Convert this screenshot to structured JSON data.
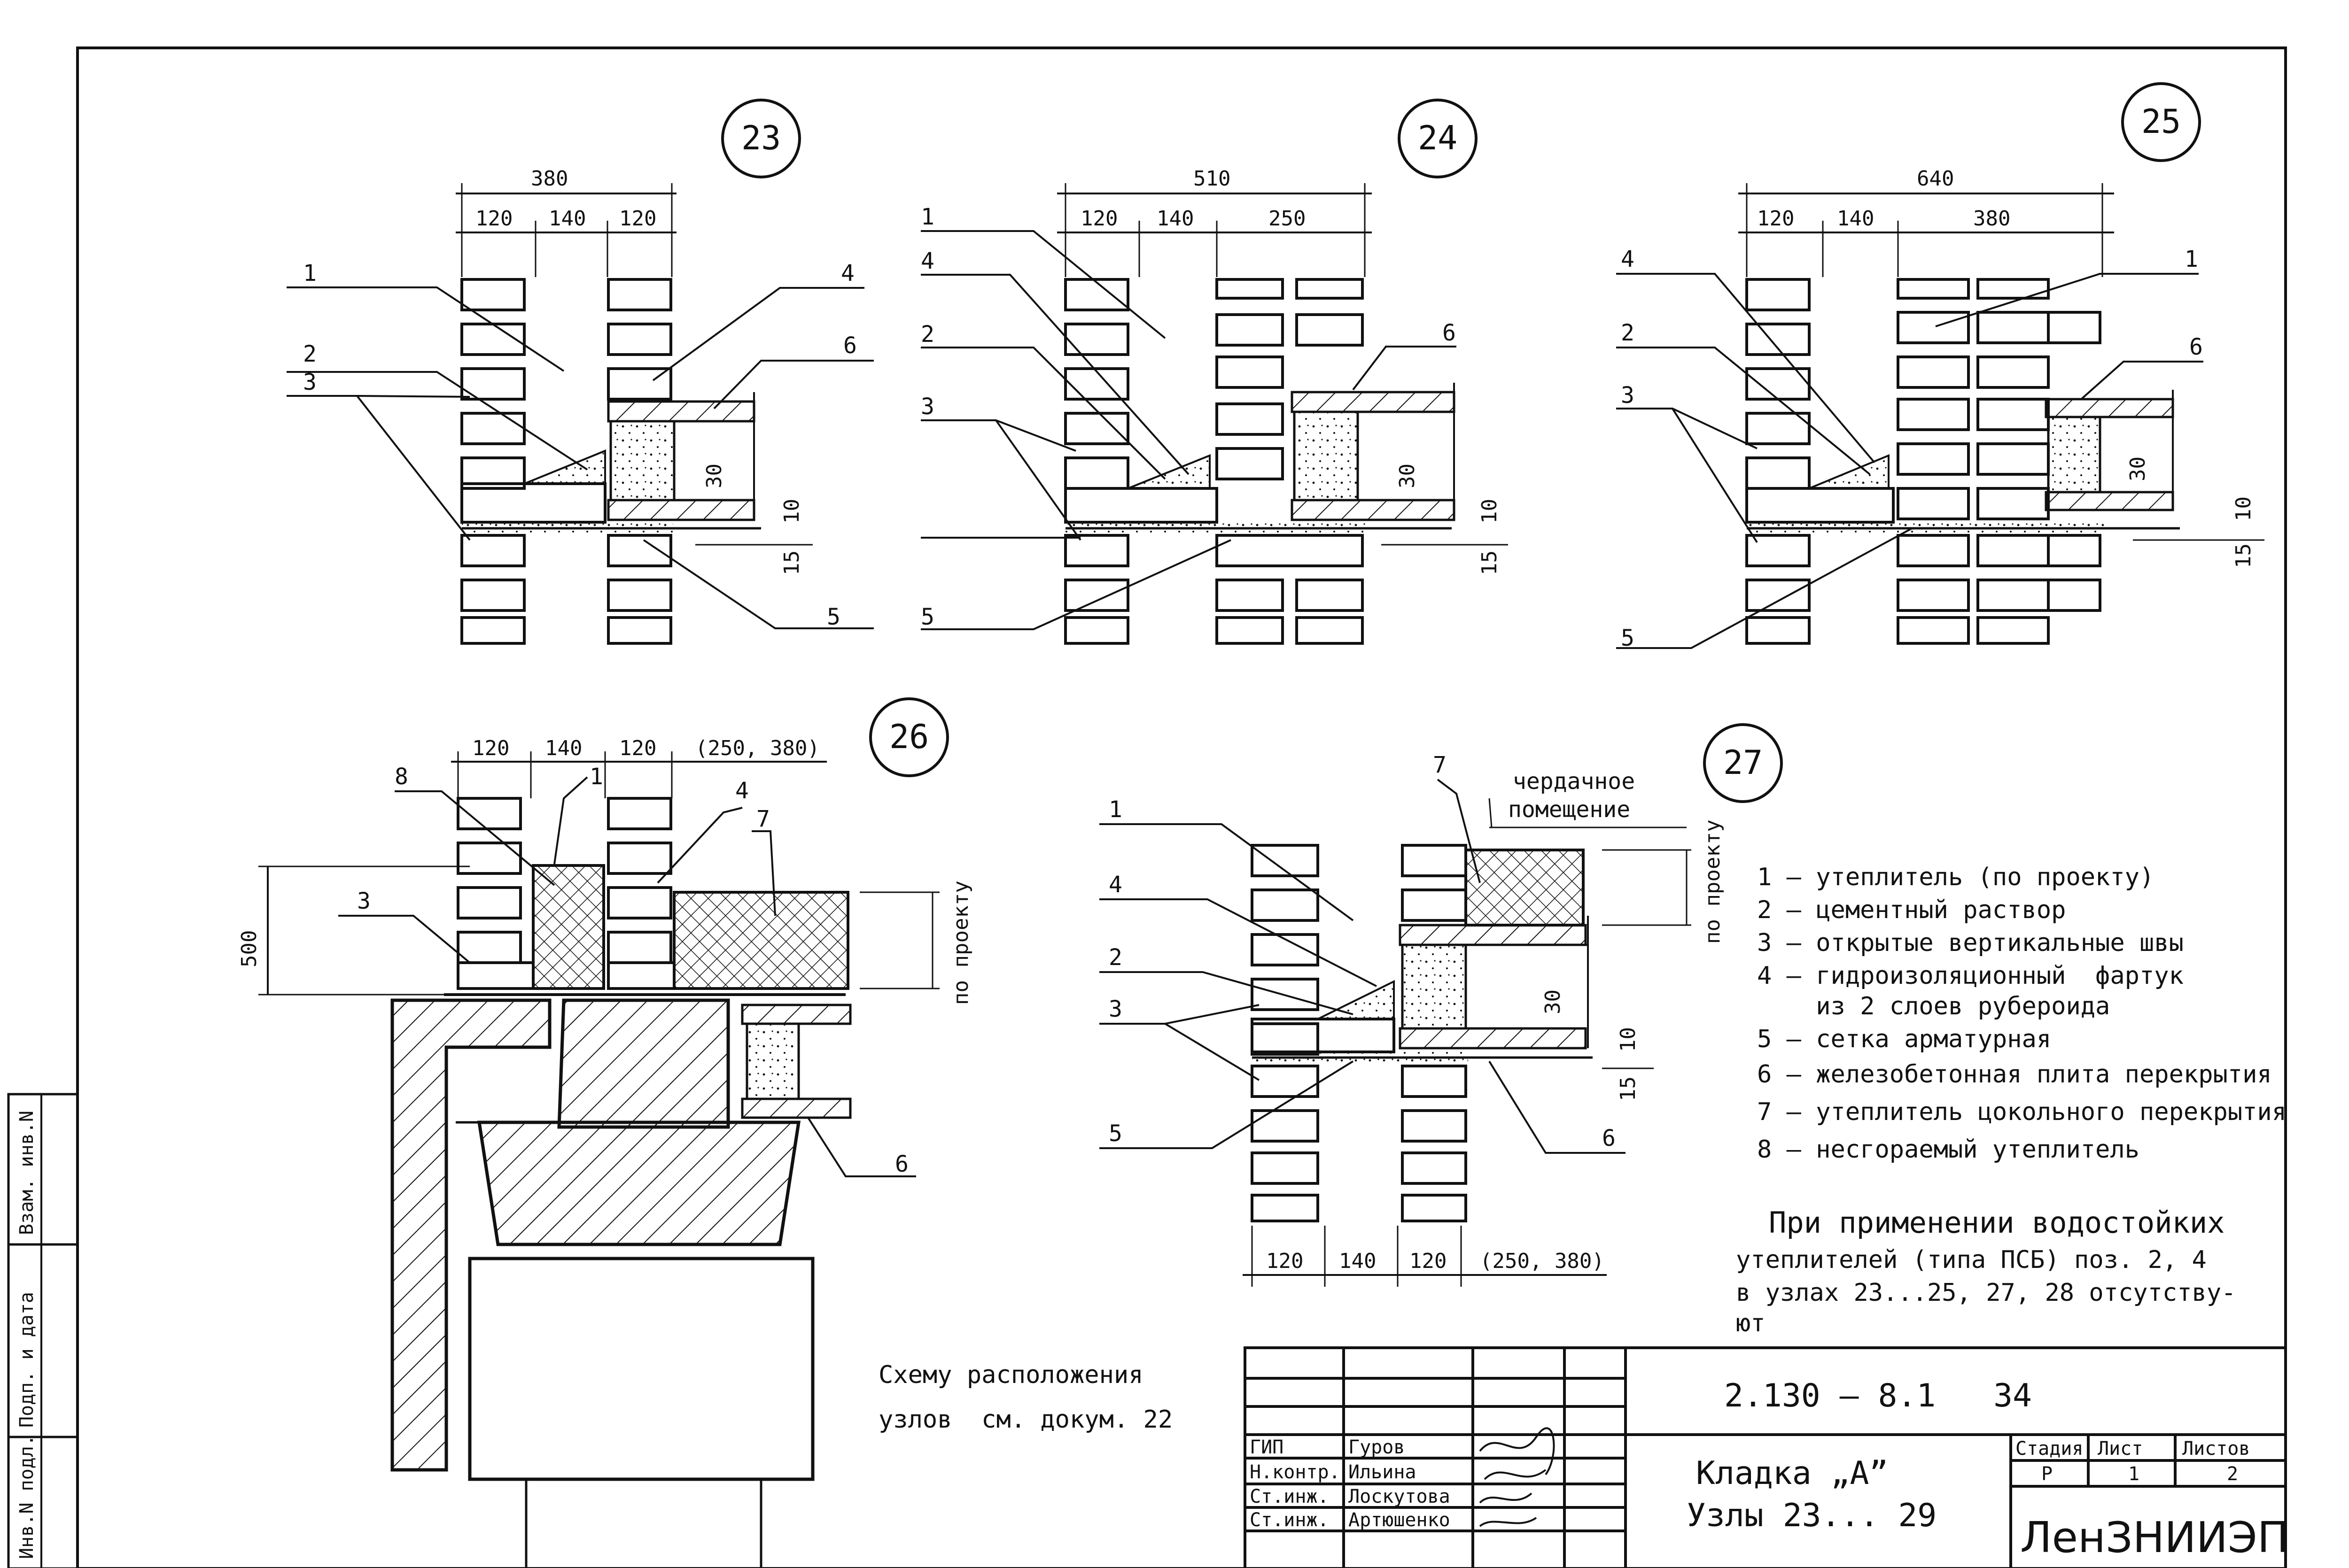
{
  "nodes": [
    {
      "id": "23",
      "dims": {
        "total": "380",
        "a": "120",
        "b": "140",
        "c": "120"
      },
      "labels": [
        "1",
        "2",
        "3",
        "4",
        "5",
        "6"
      ],
      "h30": "30",
      "h10": "10",
      "h15": "15"
    },
    {
      "id": "24",
      "dims": {
        "total": "510",
        "a": "120",
        "b": "140",
        "c": "250"
      },
      "labels": [
        "1",
        "4",
        "2",
        "3",
        "5",
        "6"
      ],
      "h30": "30",
      "h10": "10",
      "h15": "15"
    },
    {
      "id": "25",
      "dims": {
        "total": "640",
        "a": "120",
        "b": "140",
        "c": "380"
      },
      "labels": [
        "4",
        "2",
        "3",
        "5",
        "1",
        "6"
      ],
      "h30": "30",
      "h10": "10",
      "h15": "15"
    },
    {
      "id": "26",
      "dims": {
        "a": "120",
        "b": "140",
        "c": "120",
        "d": "(250, 380)"
      },
      "labels": [
        "8",
        "1",
        "4",
        "7",
        "3",
        "6"
      ],
      "h500": "500",
      "proekt": "по проекту"
    },
    {
      "id": "27",
      "dims": {
        "a": "120",
        "b": "140",
        "c": "120",
        "d": "(250, 380)"
      },
      "labels": [
        "7",
        "1",
        "4",
        "2",
        "3",
        "5",
        "6"
      ],
      "attic": [
        "чердачное",
        "помещение"
      ],
      "proekt": "по проекту",
      "h30": "30",
      "h10": "10",
      "h15": "15"
    }
  ],
  "legend": [
    "1 – утеплитель (по проекту)",
    "2 – цементный раствор",
    "3 – открытые вертикальные швы",
    "4 – гидроизоляционный  фартук",
    "    из 2 слоев рубероида",
    "5 – сетка арматурная",
    "6 – железобетонная плита перекрытия",
    "7 – утеплитель цокольного перекрытия",
    "8 – несгораемый утеплитель"
  ],
  "note": [
    "При применении водостойких",
    "утеплителей (типа ПСБ) поз. 2, 4",
    "в узлах 23...25, 27, 28 отсутству-",
    "ют"
  ],
  "scheme_note": [
    "Схему расположения",
    "узлов  см. докум. 22"
  ],
  "side_stamp": [
    "Инв.N подл.",
    "Подп. и дата",
    "Взам. инв.N"
  ],
  "title_block": {
    "code": "2.130 – 8.1   34",
    "title_line1": "Кладка „А”",
    "title_line2": "Узлы 23... 29",
    "roles": [
      "ГИП",
      "Н.контр.",
      "Ст.инж.",
      "Ст.инж."
    ],
    "names": [
      "Гуров",
      "Ильина",
      "Лоскутова",
      "Артюшенко"
    ],
    "stage_head": "Стадия",
    "sheet_head": "Лист",
    "sheets_head": "Листов",
    "stage": "Р",
    "sheet": "1",
    "sheets": "2",
    "org": "ЛенЗНИИЭП"
  }
}
